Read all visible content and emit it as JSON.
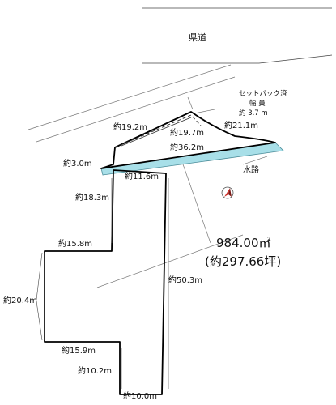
{
  "road": {
    "name": "県道"
  },
  "setback": {
    "line1": "セットバック済",
    "line2": "幅 員",
    "line3": "約 3.7 m"
  },
  "waterway": {
    "label": "水路"
  },
  "area": {
    "sqm": "984.00㎡",
    "tsubo": "(約297.66坪)"
  },
  "dimensions": {
    "d19_2": "約19.2m",
    "d19_7": "約19.7m",
    "d21_1": "約21.1m",
    "d36_2": "約36.2m",
    "d3_0": "約3.0m",
    "d11_6": "約11.6m",
    "d18_3": "約18.3m",
    "d15_8": "約15.8m",
    "d20_4": "約20.4m",
    "d50_3": "約50.3m",
    "d15_9": "約15.9m",
    "d10_2": "約10.2m",
    "d10_0": "約10.0m"
  },
  "colors": {
    "waterway": "#a8dfe8",
    "lot_line": "#000000",
    "thin_line": "#666666",
    "north_arrow": "#d0302a"
  },
  "icons": {
    "north": "north-arrow-icon"
  }
}
